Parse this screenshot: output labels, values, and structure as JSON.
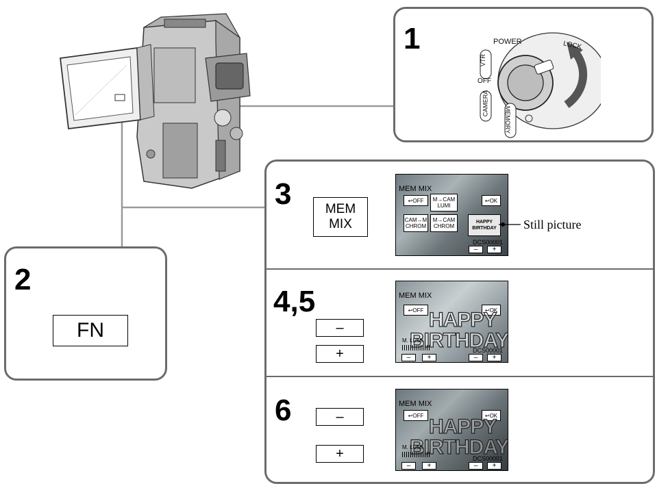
{
  "steps": {
    "s1": {
      "num": "1"
    },
    "s2": {
      "num": "2",
      "button": "FN"
    },
    "s3": {
      "num": "3",
      "button_line1": "MEM",
      "button_line2": "MIX"
    },
    "s45": {
      "num": "4,5",
      "minus": "–",
      "plus": "+"
    },
    "s6": {
      "num": "6",
      "minus": "–",
      "plus": "+"
    }
  },
  "dial": {
    "power": "POWER",
    "lock": "LOCK",
    "vtr": "VTR",
    "off": "OFF",
    "camera": "CAMERA",
    "memory": "MEMORY"
  },
  "screen3": {
    "title": "MEM  MIX",
    "off": "OFF",
    "mcam_lumi_1": "M→CAM",
    "mcam_lumi_2": "LUMI",
    "ok": "OK",
    "camm_chrom_1": "CAM→M",
    "camm_chrom_2": "CHROM",
    "mcam_chrom_1": "M→CAM",
    "mcam_chrom_2": "CHROM",
    "happy1": "HAPPY",
    "happy2": "BIRTHDAY",
    "code": "DCS00001",
    "minus": "–",
    "plus": "+"
  },
  "screen45": {
    "title": "MEM  MIX",
    "off": "OFF",
    "ok": "OK",
    "hb1": "HAPPY",
    "hb2": "BIRTHDAY",
    "lumi": "M. LUMI",
    "code": "DCS00001",
    "minus": "–",
    "plus": "+"
  },
  "screen6": {
    "title": "MEM  MIX",
    "off": "OFF",
    "ok": "OK",
    "hb1": "HAPPY",
    "hb2": "BIRTHDAY",
    "lumi": "M. LUMI",
    "code": "DCS00001",
    "minus": "–",
    "plus": "+"
  },
  "still_picture": "Still picture",
  "colors": {
    "frame": "#6b6b6b",
    "line": "#9a9a9a",
    "screen_bg": "#7d8a90"
  }
}
